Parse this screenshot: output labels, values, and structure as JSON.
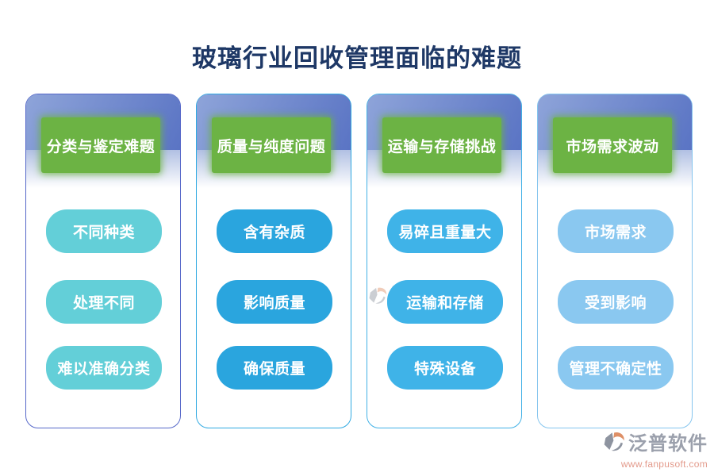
{
  "title": "玻璃行业回收管理面临的难题",
  "columns": [
    {
      "header": "分类与鉴定难题",
      "items": [
        "不同种类",
        "处理不同",
        "难以准确分类"
      ],
      "pill_color": "#63CFD8",
      "border_color": "#5668C9"
    },
    {
      "header": "质量与纯度问题",
      "items": [
        "含有杂质",
        "影响质量",
        "确保质量"
      ],
      "pill_color": "#2AA5DE",
      "border_color": "#2FA9E2"
    },
    {
      "header": "运输与存储挑战",
      "items": [
        "易碎且重量大",
        "运输和存储",
        "特殊设备"
      ],
      "pill_color": "#3FB3E8",
      "border_color": "#41B1E6"
    },
    {
      "header": "市场需求波动",
      "items": [
        "市场需求",
        "受到影响",
        "管理不确定性"
      ],
      "pill_color": "#8AC8F0",
      "border_color": "#85C5EE"
    }
  ],
  "watermark": {
    "brand": "泛普软件",
    "url": "www.fanpusoft.com"
  },
  "footer": {
    "brand": "泛普软件",
    "url": "www.fanpusoft.com"
  },
  "palette": {
    "title_text": "#1E3866",
    "green_header": "#6CB344",
    "card_band_start": "#8EA4D9",
    "card_band_end": "#5A74C4",
    "footer_text": "#9BA0AC",
    "footer_url": "#E39A8B",
    "footer_orange": "#DE8F66",
    "footer_gray": "#8E94A0"
  }
}
